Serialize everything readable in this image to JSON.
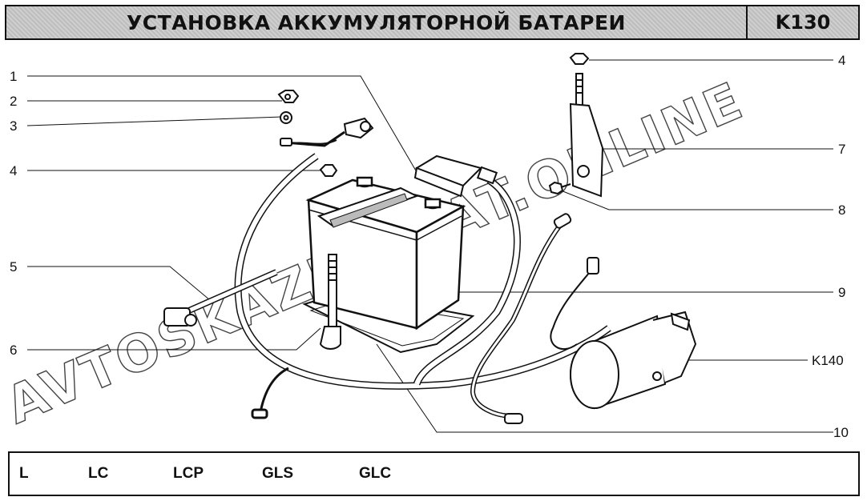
{
  "header": {
    "title": "УСТАНОВКА АККУМУЛЯТОРНОЙ БАТАРЕИ",
    "code": "K130"
  },
  "callouts_left": [
    "1",
    "2",
    "3",
    "4",
    "5",
    "6"
  ],
  "callouts_right": [
    "4",
    "7",
    "8",
    "9",
    "K140",
    "10"
  ],
  "watermark": "AVTOSKAZKA.CAT.ONLINE",
  "footer": {
    "variants": [
      "L",
      "LC",
      "LCP",
      "GLS",
      "GLC"
    ]
  }
}
